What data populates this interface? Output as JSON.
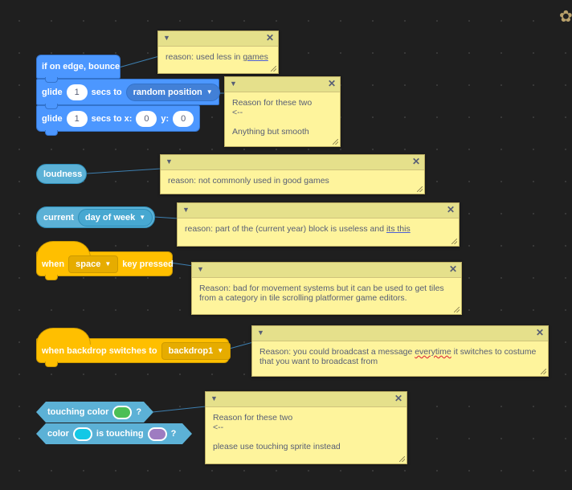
{
  "colors": {
    "motion": "#4c97ff",
    "sensing": "#5cb1d6",
    "events": "#ffbf00",
    "comment": "#fef49c",
    "comment_header": "#e5e08b",
    "color_swatch_1": "#4cbf56",
    "color_swatch_2": "#13c8e6",
    "color_swatch_3": "#9e7cc1"
  },
  "icons": {
    "comment_toggle": "triangle-down-icon",
    "comment_close": "close-icon",
    "dropdown": "caret-down-icon",
    "corner": "sprite-icon"
  },
  "blocks": {
    "bounce": {
      "label": "if on edge, bounce"
    },
    "glide_random": {
      "glide": "glide",
      "secs_value": "1",
      "secs_to": "secs to",
      "target": "random position"
    },
    "glide_xy": {
      "glide": "glide",
      "secs_value": "1",
      "secs_to": "secs to x:",
      "x_value": "0",
      "y_label": "y:",
      "y_value": "0"
    },
    "loudness": {
      "label": "loudness"
    },
    "current": {
      "label": "current",
      "option": "day of week"
    },
    "when_key": {
      "when": "when",
      "key": "space",
      "pressed": "key pressed"
    },
    "when_backdrop": {
      "label": "when backdrop switches to",
      "option": "backdrop1"
    },
    "touching_color": {
      "label": "touching color",
      "q": "?"
    },
    "color_touching": {
      "color": "color",
      "is_touching": "is touching",
      "q": "?"
    }
  },
  "comments": {
    "c1": {
      "text": "reason: used less in ",
      "link": "games"
    },
    "c2": {
      "text": "Reason for these two\n<--\n\nAnything but smooth"
    },
    "c3": {
      "text": "reason: not commonly used in good games"
    },
    "c4": {
      "text": "reason: part of the (current year) block is useless and ",
      "link": "its this"
    },
    "c5": {
      "text": "Reason: bad for movement systems but it can be used to get tiles from a category in tile scrolling platformer game editors."
    },
    "c6": {
      "text_before": "Reason: you could broadcast a message ",
      "spell": "everytime",
      "text_after": " it switches to costume that you want to broadcast from"
    },
    "c7": {
      "text": "Reason for these two\n<--\n\nplease use touching sprite instead"
    }
  }
}
